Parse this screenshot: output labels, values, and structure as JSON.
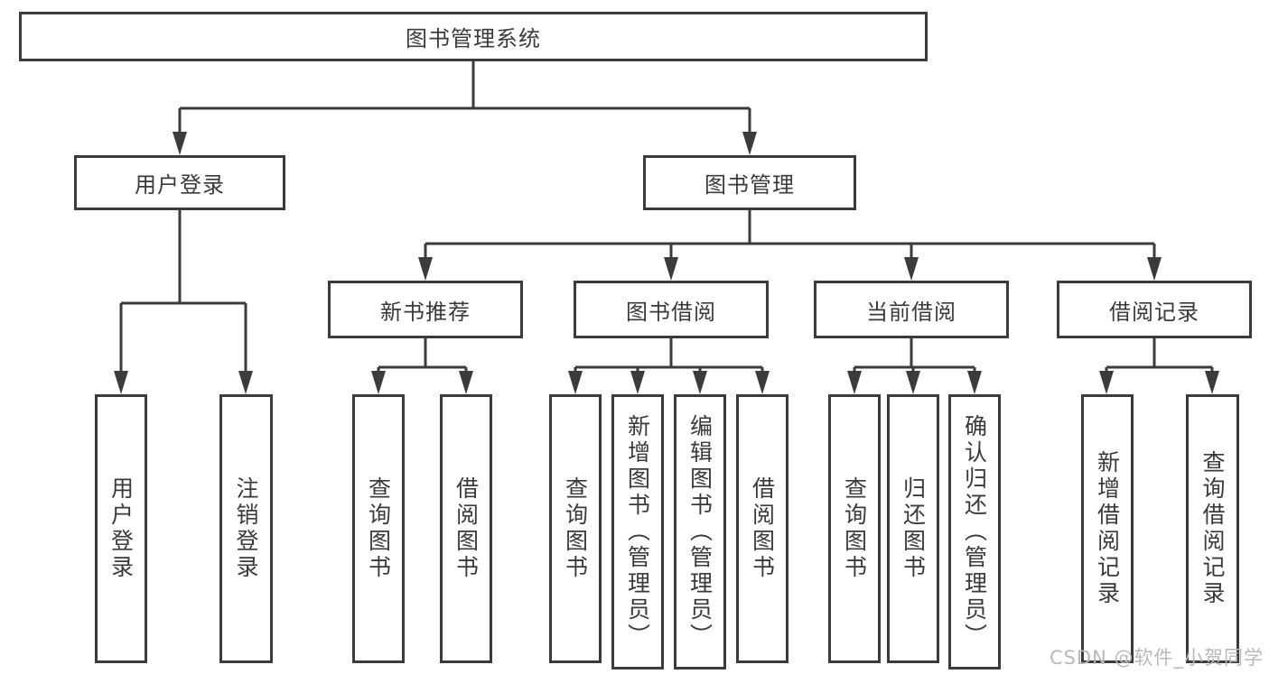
{
  "tree": {
    "root": "图书管理系统",
    "branches": [
      {
        "label": "用户登录",
        "children": [
          "用户登录",
          "注销登录"
        ]
      },
      {
        "label": "图书管理",
        "groups": [
          {
            "label": "新书推荐",
            "children": [
              "查询图书",
              "借阅图书"
            ]
          },
          {
            "label": "图书借阅",
            "children": [
              "查询图书",
              "新增图书（管理员）",
              "编辑图书（管理员）",
              "借阅图书"
            ]
          },
          {
            "label": "当前借阅",
            "children": [
              "查询图书",
              "归还图书",
              "确认归还（管理员）"
            ]
          },
          {
            "label": "借阅记录",
            "children": [
              "新增借阅记录",
              "查询借阅记录"
            ]
          }
        ]
      }
    ]
  },
  "watermark": {
    "text": "CSDN @软件_小贺同学"
  },
  "colors": {
    "background": "#ffffff",
    "box_border": "#3b3b3b",
    "line": "#3b3b3b",
    "text": "#3a3a3a",
    "watermark": "#b8b8b8"
  }
}
